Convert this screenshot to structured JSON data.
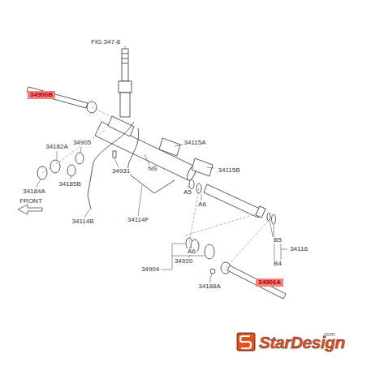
{
  "diagram": {
    "labels": [
      "FIG.347-8",
      "34906B",
      "34115A",
      "34115B",
      "NS",
      "A5",
      "A6",
      "34182A",
      "34905",
      "34931",
      "34185B",
      "34184A",
      "34114B",
      "34114F",
      "FRONT",
      "A6",
      "34920",
      "34904",
      "34188A",
      "34906A",
      "B5",
      "34116",
      "B4",
      "StarDesign",
      ".com"
    ]
  }
}
